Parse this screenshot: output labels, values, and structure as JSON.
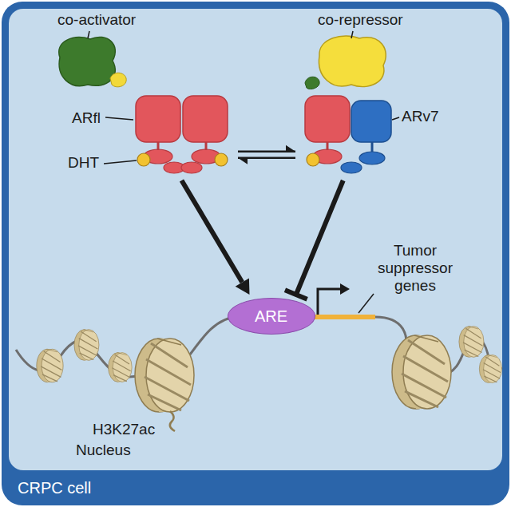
{
  "diagram": {
    "nodes": [
      {
        "text": [
          "CRPC cell"
        ]
      },
      {
        "text": [
          "ARfl",
          "DHT"
        ],
        "in": 0
      },
      {
        "text": [
          "ARv7"
        ],
        "in": 0
      },
      {
        "text": [
          "ARE"
        ],
        "in": 0
      }
    ],
    "edges": [
      {
        "from": 1,
        "to": 2,
        "arrow": "both"
      },
      {
        "from": 1,
        "to": 3,
        "arrow": "to"
      },
      {
        "from": 2,
        "to": 3,
        "arrow": "to"
      }
    ],
    "labels": [
      "co-activator",
      "co-repressor",
      "Tumor suppressor genes",
      "H3K27ac",
      "Nucleus"
    ]
  }
}
